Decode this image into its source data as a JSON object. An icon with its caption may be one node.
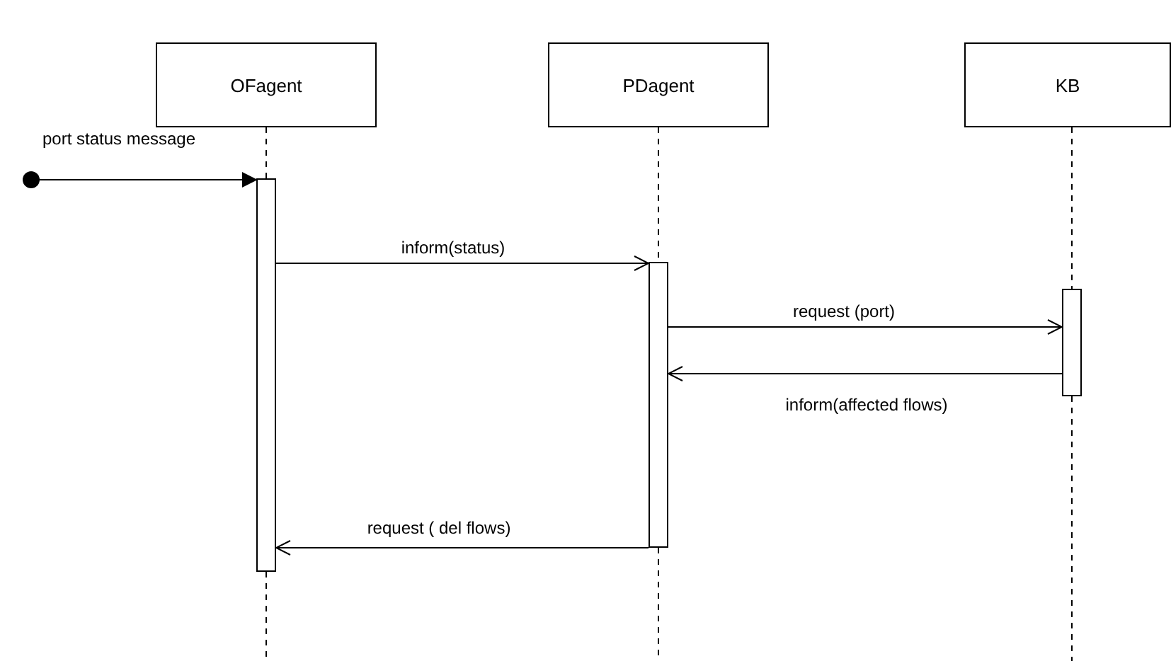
{
  "diagram": {
    "nodes": [
      {
        "text": [
          "OFagent"
        ]
      },
      {
        "text": [
          "PDagent"
        ]
      },
      {
        "text": [
          "KB"
        ]
      },
      {
        "text": [],
        "shape": "circle"
      },
      {
        "text": [],
        "shape": "bar"
      },
      {
        "text": [],
        "shape": "bar"
      },
      {
        "text": [],
        "shape": "bar"
      }
    ],
    "edges": [
      {
        "from": 0,
        "to": 4,
        "arrow": "none",
        "style": "dashed"
      },
      {
        "from": 1,
        "to": 5,
        "arrow": "none",
        "style": "dashed"
      },
      {
        "from": 2,
        "to": 6,
        "arrow": "none",
        "style": "dashed"
      },
      {
        "from": 3,
        "to": 4,
        "arrow": "to",
        "label": "port status message"
      },
      {
        "from": 4,
        "to": 5,
        "arrow": "to",
        "label": "inform(status)"
      },
      {
        "from": 5,
        "to": 6,
        "arrow": "to",
        "label": "request (port)"
      },
      {
        "from": 6,
        "to": 5,
        "arrow": "to",
        "label": "inform(affected flows)"
      },
      {
        "from": 5,
        "to": 4,
        "arrow": "to",
        "label": "request ( del flows)"
      }
    ]
  }
}
